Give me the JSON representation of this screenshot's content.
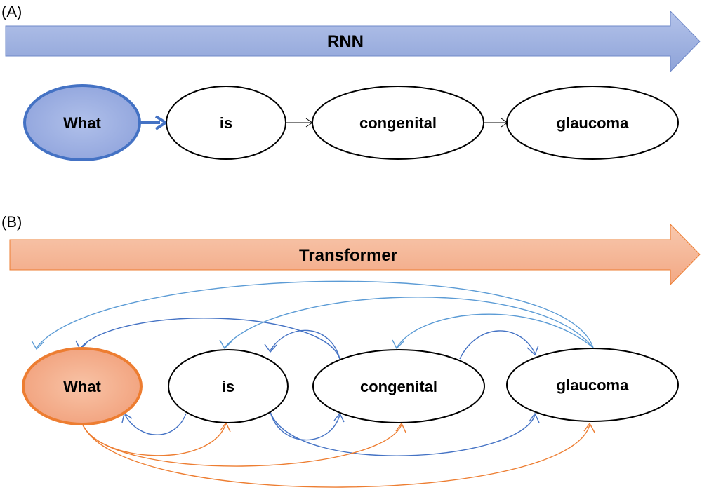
{
  "panel_a": {
    "label": "(A)",
    "banner": "RNN",
    "nodes": [
      "What",
      "is",
      "congenital",
      "glaucoma"
    ]
  },
  "panel_b": {
    "label": "(B)",
    "banner": "Transformer",
    "nodes": [
      "What",
      "is",
      "congenital",
      "glaucoma"
    ]
  },
  "colors": {
    "rnn_fill": "#9aadde",
    "rnn_stroke": "#4472c4",
    "transformer_fill": "#f4b393",
    "transformer_stroke": "#ed7d31",
    "attention_blue": "#4472c4",
    "attention_light_blue": "#5b9bd5",
    "attention_orange": "#ed7d31"
  }
}
